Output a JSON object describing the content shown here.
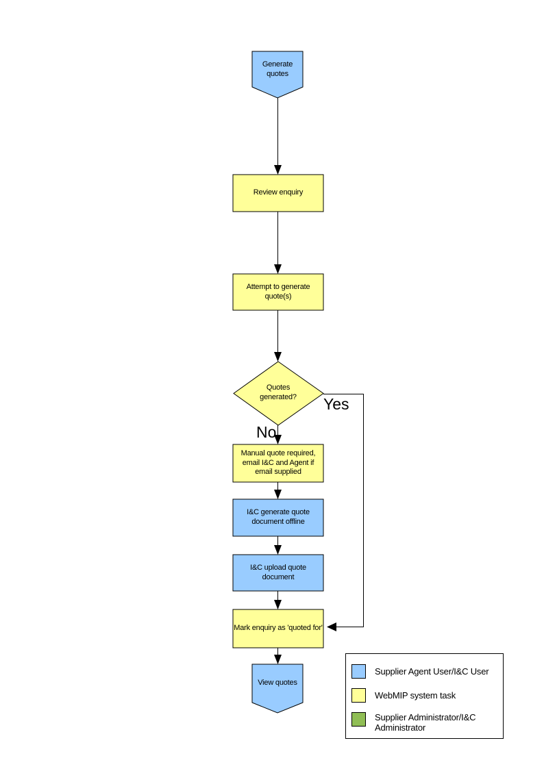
{
  "flowchart": {
    "nodes": {
      "start": "Generate quotes",
      "review": "Review enquiry",
      "attempt": "Attempt to generate quote(s)",
      "decision": "Quotes generated?",
      "manual": "Manual quote required, email I&C and Agent if email supplied",
      "offline": "I&C generate quote document offline",
      "upload": "I&C upload quote document",
      "mark": "Mark enquiry as 'quoted for'",
      "view": "View quotes"
    },
    "branches": {
      "yes": "Yes",
      "no": "No"
    }
  },
  "colors": {
    "user_task_blue": "#99CCFF",
    "system_task_yellow": "#FFFF99",
    "admin_green": "#90BE55",
    "outline": "#000000"
  },
  "legend": {
    "items": [
      {
        "color": "#99CCFF",
        "label": "Supplier Agent User/I&C User"
      },
      {
        "color": "#FFFF99",
        "label": "WebMIP system task"
      },
      {
        "color": "#90BE55",
        "label": "Supplier Administrator/I&C Administrator"
      }
    ]
  }
}
